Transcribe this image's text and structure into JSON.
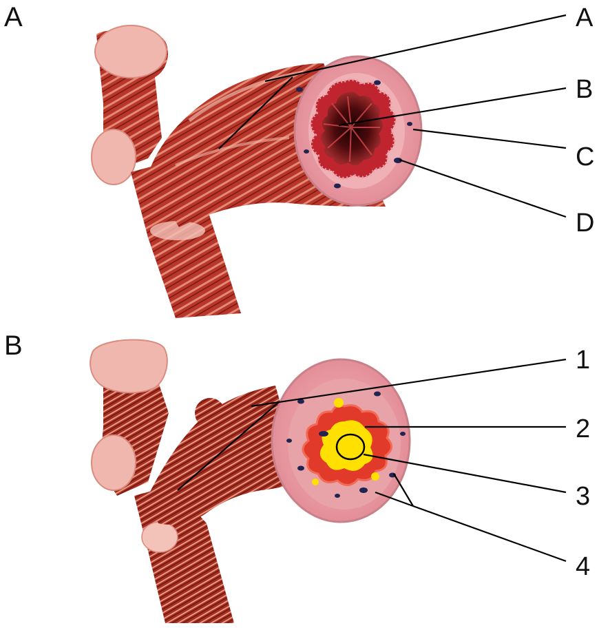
{
  "panels": [
    {
      "letter": "A",
      "labels": [
        "A",
        "B",
        "C",
        "D"
      ]
    },
    {
      "letter": "B",
      "labels": [
        "1",
        "2",
        "3",
        "4"
      ]
    }
  ],
  "colors": {
    "muscle_dark": "#8e1c12",
    "muscle": "#b8362a",
    "muscle_light": "#d9604e",
    "mucosa_pink": "#e9a0a8",
    "cartilage_pink": "#f0b7ae",
    "lumen_dark": "#2a0608",
    "inflamed_red": "#e23a2a",
    "mucus_yellow": "#ffe000"
  }
}
